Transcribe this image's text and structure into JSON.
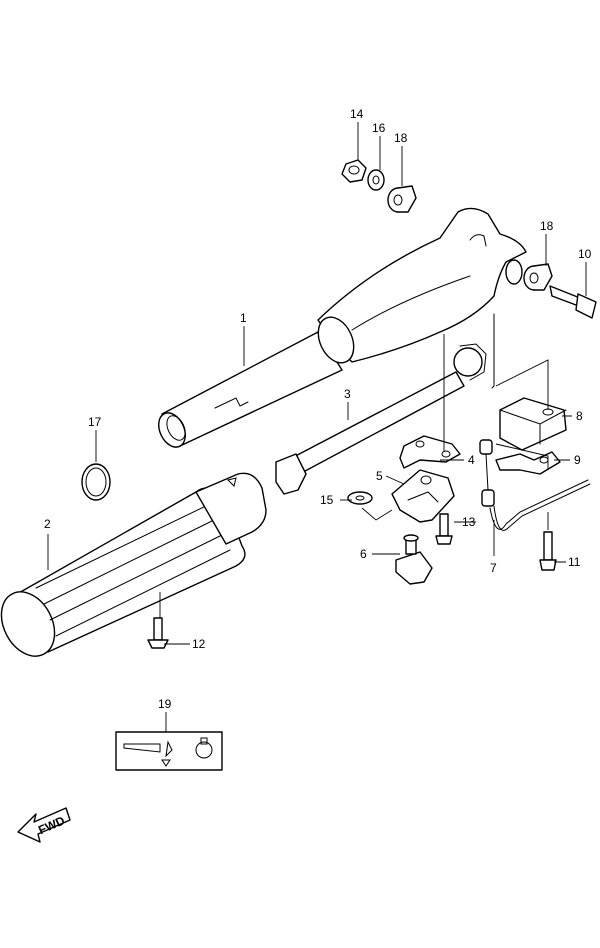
{
  "diagram": {
    "callouts": {
      "p1": "1",
      "p2": "2",
      "p3": "3",
      "p4": "4",
      "p5": "5",
      "p6": "6",
      "p7": "7",
      "p8": "8",
      "p9": "9",
      "p10": "10",
      "p11": "11",
      "p12": "12",
      "p13": "13",
      "p14": "14",
      "p15": "15",
      "p16": "16",
      "p17": "17",
      "p18a": "18",
      "p18b": "18",
      "p19": "19"
    },
    "fwd_arrow_text": "FWD"
  }
}
